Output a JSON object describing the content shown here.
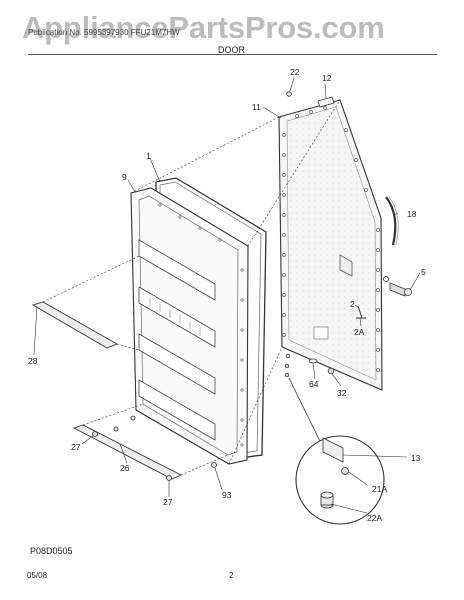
{
  "watermark": "AppliancePartsPros.com",
  "header": {
    "subtitle": "Publication No. 5995397930  FFU21M7HW",
    "section": "DOOR"
  },
  "callouts": {
    "c22": "22",
    "c12": "12",
    "c11": "11",
    "c1": "1",
    "c9": "9",
    "c18": "18",
    "c5": "5",
    "c2": "2",
    "c2a": "2A",
    "c28": "28",
    "c64": "64",
    "c32": "32",
    "c13": "13",
    "c21a": "21A",
    "c22a": "22A",
    "c27a": "27",
    "c26": "26",
    "c27b": "27",
    "c93": "93"
  },
  "drawing_code": "P08D0505",
  "footer": {
    "date": "05/08",
    "page": "2"
  }
}
